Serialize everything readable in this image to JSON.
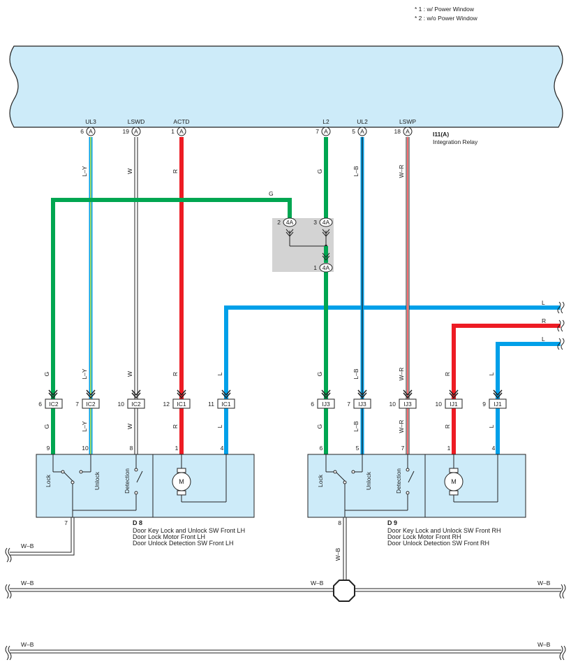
{
  "notes": [
    "* 1 : w/ Power Window",
    "* 2 : w/o Power Window"
  ],
  "relay": {
    "code": "I11(A)",
    "name": "Integration Relay",
    "terminals": [
      {
        "name": "UL3",
        "pin": "6",
        "conn": "A"
      },
      {
        "name": "LSWD",
        "pin": "19",
        "conn": "A"
      },
      {
        "name": "ACTD",
        "pin": "1",
        "conn": "A"
      },
      {
        "name": "L2",
        "pin": "7",
        "conn": "A"
      },
      {
        "name": "UL2",
        "pin": "5",
        "conn": "A"
      },
      {
        "name": "LSWP",
        "pin": "18",
        "conn": "A"
      }
    ]
  },
  "junction": {
    "label": "4A",
    "pins": [
      "2",
      "3",
      "1"
    ]
  },
  "wire_colors": {
    "ly": "L–Y",
    "w": "W",
    "r": "R",
    "g": "G",
    "l": "L",
    "lb": "L–B",
    "wr": "W–R",
    "wb": "W–B"
  },
  "connectors_lh": [
    {
      "pin": "6",
      "code": "IC2"
    },
    {
      "pin": "7",
      "code": "IC2"
    },
    {
      "pin": "10",
      "code": "IC2"
    },
    {
      "pin": "12",
      "code": "IC1"
    },
    {
      "pin": "11",
      "code": "IC1"
    }
  ],
  "connectors_rh": [
    {
      "pin": "6",
      "code": "IJ3"
    },
    {
      "pin": "7",
      "code": "IJ3"
    },
    {
      "pin": "10",
      "code": "IJ3"
    },
    {
      "pin": "10",
      "code": "IJ1"
    },
    {
      "pin": "9",
      "code": "IJ1"
    }
  ],
  "switch_labels": {
    "lock": "Lock",
    "unlock": "Unlock",
    "detection": "Detection",
    "motor": "M"
  },
  "lh_unit": {
    "code": "D 8",
    "lines": [
      "Door Key Lock and Unlock SW Front LH",
      "Door Lock Motor Front LH",
      "Door Unlock Detection SW Front LH"
    ],
    "pins": [
      "9",
      "10",
      "8",
      "1",
      "4"
    ],
    "ground_pin": "7"
  },
  "rh_unit": {
    "code": "D 9",
    "lines": [
      "Door Key Lock and Unlock SW Front RH",
      "Door Lock Motor Front RH",
      "Door Unlock Detection SW Front RH"
    ],
    "pins": [
      "6",
      "5",
      "7",
      "1",
      "4"
    ],
    "ground_pin": "8"
  },
  "colors": {
    "green": "#00a651",
    "red": "#ed1c24",
    "blue": "#00a0e9",
    "relay_fill": "#cdebf9",
    "junction_fill": "#d3d3d3"
  }
}
